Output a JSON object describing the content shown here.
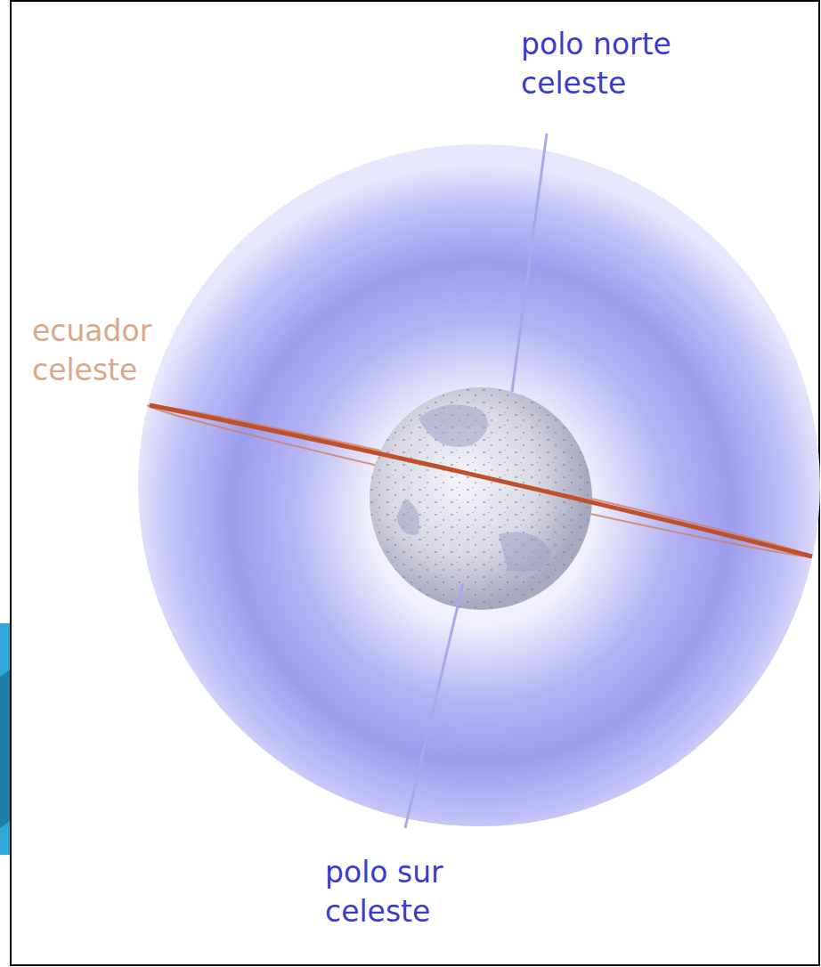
{
  "diagram": {
    "labels": [
      "polo norte celeste",
      "ecuador celeste",
      "polo sur celeste"
    ]
  }
}
